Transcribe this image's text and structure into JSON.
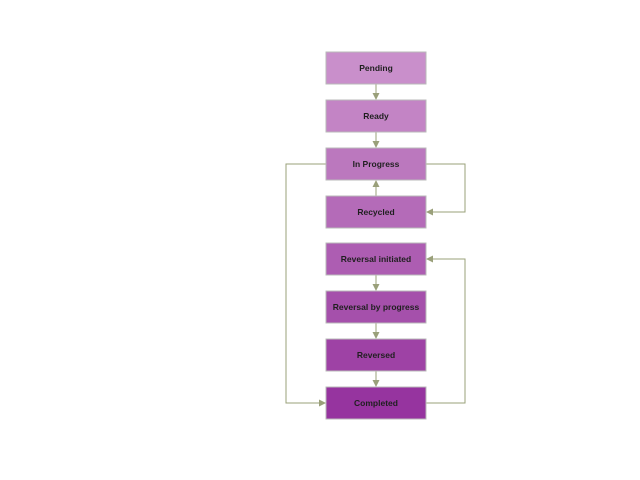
{
  "diagram": {
    "nodes": [
      {
        "id": "pending",
        "label": "Pending",
        "color": "#c98fcb"
      },
      {
        "id": "ready",
        "label": "Ready",
        "color": "#c384c5"
      },
      {
        "id": "in_progress",
        "label": "In Progress",
        "color": "#bb78be"
      },
      {
        "id": "recycled",
        "label": "Recycled",
        "color": "#b46bb8"
      },
      {
        "id": "reversal_initiated",
        "label": "Reversal initiated",
        "color": "#ad5db2"
      },
      {
        "id": "reversal_by_progress",
        "label": "Reversal by progress",
        "color": "#a550ab"
      },
      {
        "id": "reversed",
        "label": "Reversed",
        "color": "#9e42a5"
      },
      {
        "id": "completed",
        "label": "Completed",
        "color": "#96349f"
      }
    ],
    "edges": [
      {
        "from": "pending",
        "to": "ready"
      },
      {
        "from": "ready",
        "to": "in_progress"
      },
      {
        "from": "recycled",
        "to": "in_progress"
      },
      {
        "from": "in_progress",
        "to": "recycled"
      },
      {
        "from": "in_progress",
        "to": "completed"
      },
      {
        "from": "reversal_initiated",
        "to": "reversal_by_progress"
      },
      {
        "from": "reversal_by_progress",
        "to": "reversed"
      },
      {
        "from": "reversed",
        "to": "completed"
      },
      {
        "from": "completed",
        "to": "reversal_initiated"
      }
    ],
    "connector_color": "#9aa07a"
  }
}
